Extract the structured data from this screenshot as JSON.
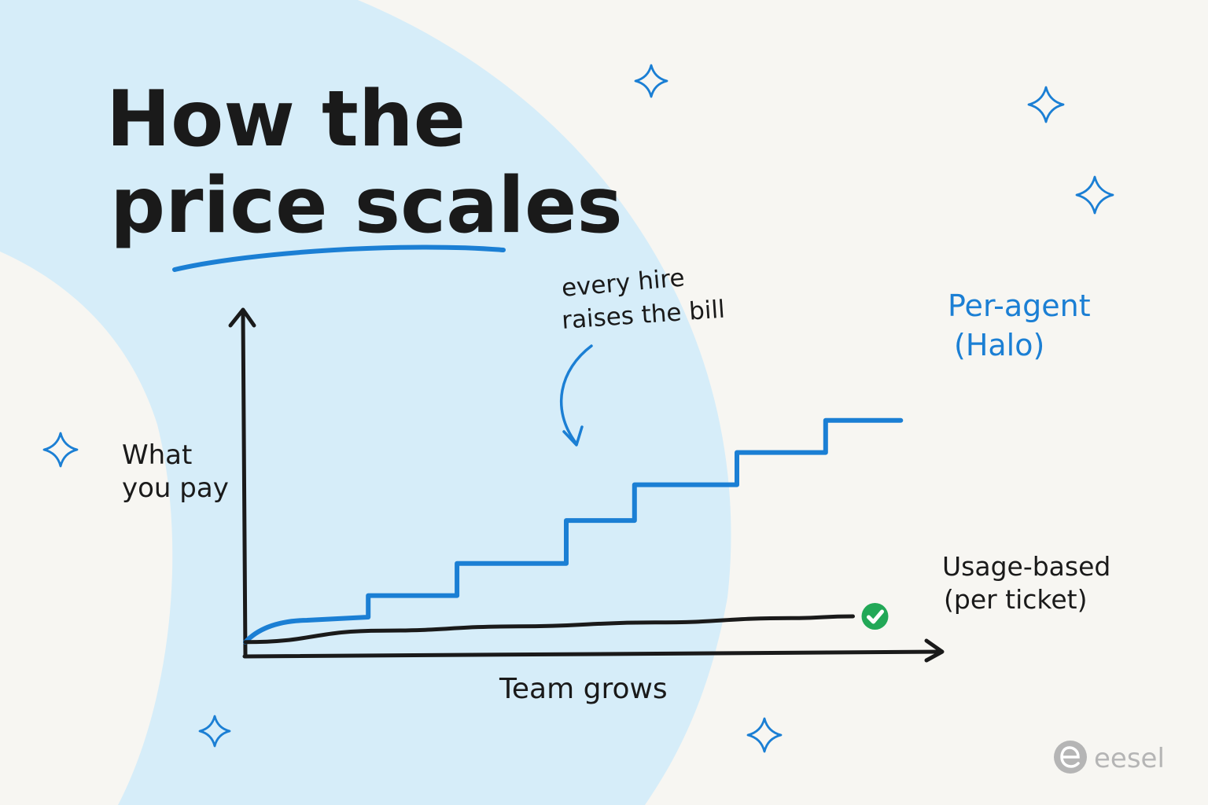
{
  "title_lines": [
    "How the",
    "price scales"
  ],
  "annotation_lines": [
    "every hire",
    "raises the bill"
  ],
  "colors": {
    "background": "#f7f6f2",
    "blob": "#d6edf9",
    "ink": "#1a1a1a",
    "accent": "#1b7fd4",
    "check": "#22a857",
    "logo": "#b5b5b5"
  },
  "icons": {
    "sparkle": "four-point-star-icon",
    "check": "check-circle-icon",
    "logo": "eesel-logo-icon"
  },
  "logo_text": "eesel",
  "chart_data": {
    "type": "line",
    "xlabel": "Team grows",
    "ylabel_lines": [
      "What",
      "you pay"
    ],
    "xlim": [
      0,
      10
    ],
    "ylim": [
      0,
      10
    ],
    "grid": false,
    "ticks": false,
    "series": [
      {
        "name": "Per-agent (Halo)",
        "label_lines": [
          "Per-agent",
          "(Halo)"
        ],
        "style": "step",
        "color": "#1b7fd4",
        "x": [
          0,
          1.8,
          1.8,
          3.1,
          3.1,
          4.7,
          4.7,
          5.7,
          5.7,
          7.2,
          7.2,
          8.5,
          8.5,
          9.6
        ],
        "y": [
          0.4,
          1.1,
          1.7,
          1.7,
          2.6,
          2.6,
          3.8,
          3.8,
          4.8,
          4.8,
          5.7,
          5.7,
          6.6,
          6.6
        ]
      },
      {
        "name": "Usage-based (per ticket)",
        "label_lines": [
          "Usage-based",
          "(per ticket)"
        ],
        "style": "smooth",
        "color": "#1a1a1a",
        "end_marker": "check",
        "x": [
          0,
          2,
          4,
          6,
          8,
          8.9
        ],
        "y": [
          0.4,
          0.72,
          0.84,
          0.95,
          1.07,
          1.12
        ]
      }
    ]
  }
}
